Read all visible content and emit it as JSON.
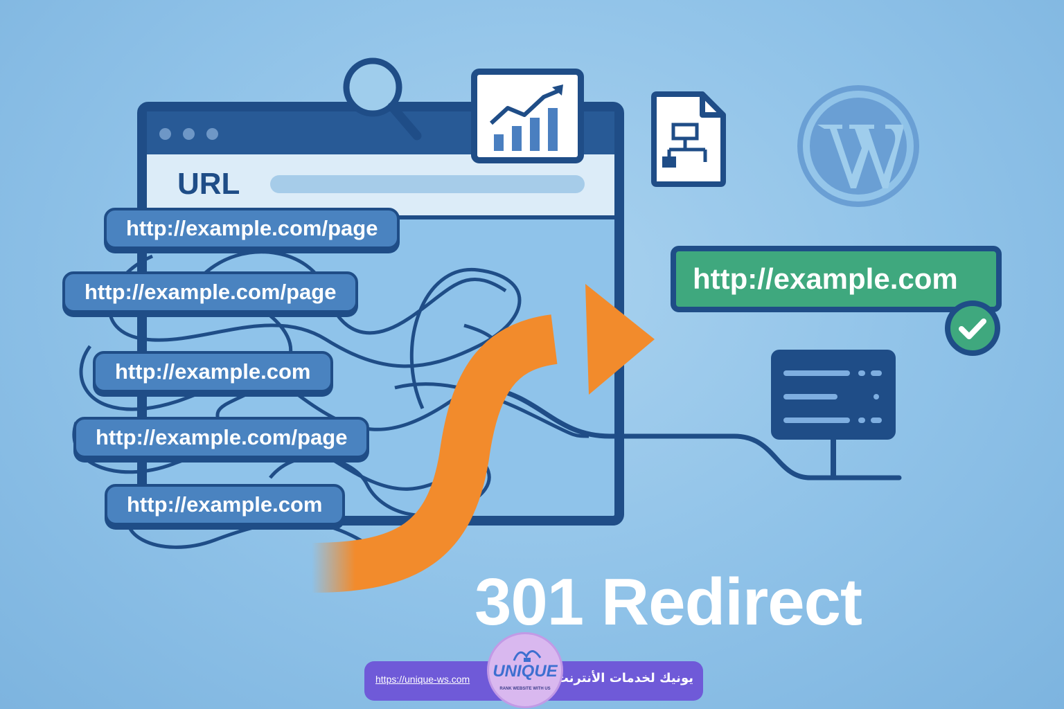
{
  "browser": {
    "url_label": "URL"
  },
  "old_urls": [
    "http://example.com/page",
    "http://example.com/page",
    "http://example.com",
    "http://example.com/page",
    "http://example.com"
  ],
  "new_url": "http://example.com",
  "title": "301 Redirect",
  "footer": {
    "link": "https://unique-ws.com",
    "name": "يونيك لخدمات الأنترنت",
    "logo_word": "UNIQUE",
    "logo_tagline": "RANK WEBSITE WITH US"
  },
  "colors": {
    "navy": "#1f4d87",
    "arrow": "#f28b2c",
    "green": "#3fa87e",
    "pill": "#4a83c0",
    "footer": "#6f5ad8"
  },
  "icons": [
    "magnifier-icon",
    "growth-chart-icon",
    "sitemap-document-icon",
    "wordpress-logo",
    "checkmark-icon",
    "server-icon",
    "redirect-arrow"
  ]
}
